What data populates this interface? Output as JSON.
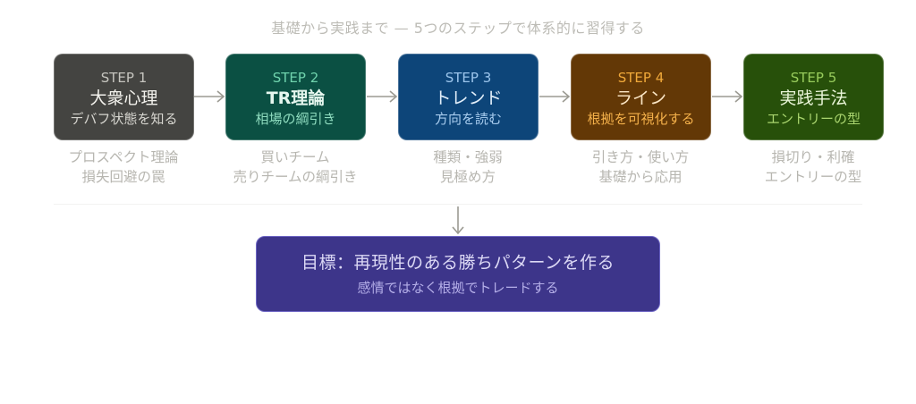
{
  "subtitle": "基礎から実践まで — 5つのステップで体系的に習得する",
  "steps": [
    {
      "label": "STEP 1",
      "title": "大衆心理",
      "subtitle": "デバフ状態を知る",
      "desc_line1": "プロスペクト理論",
      "desc_line2": "損失回避の罠",
      "colors": {
        "bg": "#444441",
        "label": "#c6c5bf",
        "title": "#f3f2ed",
        "sub": "#d6d5cf"
      }
    },
    {
      "label": "STEP 2",
      "title": "TR理論",
      "subtitle": "相場の綱引き",
      "desc_line1": "買いチーム",
      "desc_line2": "売りチームの綱引き",
      "colors": {
        "bg": "#0b5043",
        "label": "#6fd3ad",
        "title": "#e6f7ef",
        "sub": "#8fdcbf"
      }
    },
    {
      "label": "STEP 3",
      "title": "トレンド",
      "subtitle": "方向を読む",
      "desc_line1": "種類・強弱",
      "desc_line2": "見極め方",
      "colors": {
        "bg": "#0d4579",
        "label": "#9cc5ec",
        "title": "#e3effa",
        "sub": "#a9cdef"
      }
    },
    {
      "label": "STEP 4",
      "title": "ライン",
      "subtitle": "根拠を可視化する",
      "desc_line1": "引き方・使い方",
      "desc_line2": "基礎から応用",
      "colors": {
        "bg": "#633806",
        "label": "#f0a93a",
        "title": "#fbe6c6",
        "sub": "#f3b04a"
      }
    },
    {
      "label": "STEP 5",
      "title": "実践手法",
      "subtitle": "エントリーの型",
      "desc_line1": "損切り・利確",
      "desc_line2": "エントリーの型",
      "colors": {
        "bg": "#27500a",
        "label": "#98cc5c",
        "title": "#eaf6d9",
        "sub": "#a9d46e"
      }
    }
  ],
  "goal": {
    "title": "目標：再現性のある勝ちパターンを作る",
    "subtitle": "感情ではなく根拠でトレードする",
    "bg": "#3d358a"
  },
  "arrow_color": "#9b9a92"
}
